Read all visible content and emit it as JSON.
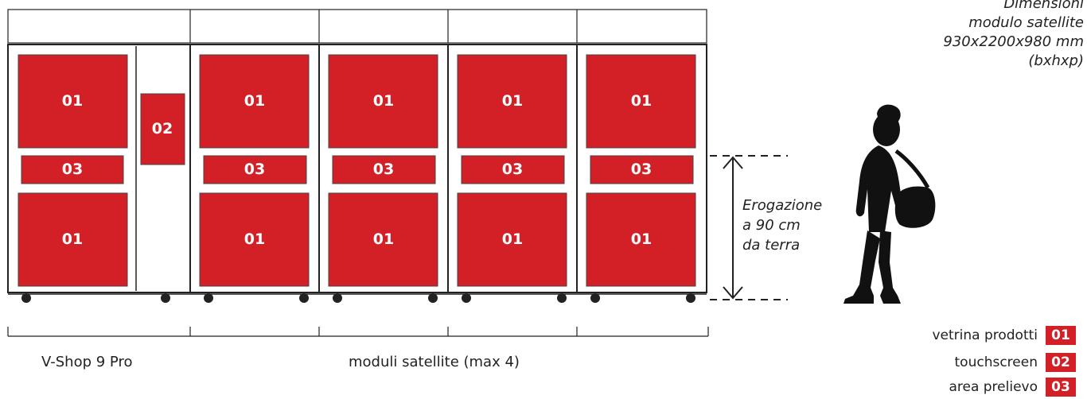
{
  "colors": {
    "accent_red": "#d32027",
    "line": "#222222"
  },
  "panel_labels": {
    "showcase": "01",
    "touchscreen": "02",
    "pickup": "03"
  },
  "dimensions_note": [
    "Dimensioni",
    "modulo satellite",
    "930x2200x980 mm",
    "(bxhxp)"
  ],
  "height_note": [
    "Erogazione",
    "a 90 cm",
    "da terra"
  ],
  "group_labels": {
    "main_unit": "V-Shop 9 Pro",
    "satellites": "moduli satellite (max 4)"
  },
  "legend": [
    {
      "text": "vetrina prodotti",
      "code": "01"
    },
    {
      "text": "touchscreen",
      "code": "02"
    },
    {
      "text": "area prelievo",
      "code": "03"
    }
  ],
  "icons": [
    "person-silhouette-icon",
    "arrow-up-icon",
    "arrow-down-icon"
  ]
}
